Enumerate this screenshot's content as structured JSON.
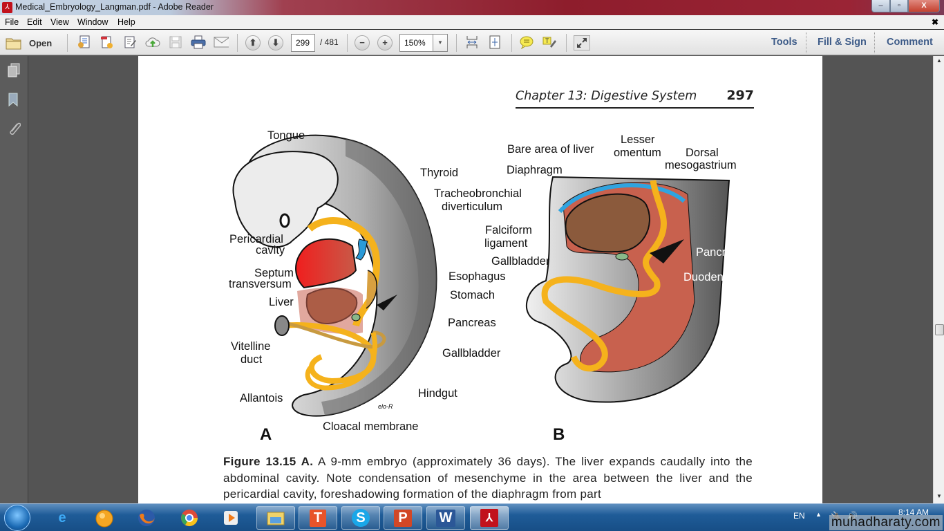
{
  "window": {
    "title": "Medical_Embryology_Langman.pdf - Adobe Reader",
    "controls": {
      "minimize": "–",
      "maximize": "▫",
      "close": "X"
    }
  },
  "menubar": {
    "items": [
      "File",
      "Edit",
      "View",
      "Window",
      "Help"
    ],
    "close_doc": "✖"
  },
  "toolbar": {
    "open_label": "Open",
    "icons": [
      "create-pdf",
      "convert-pdf",
      "edit-pdf",
      "upload-cloud",
      "save",
      "print",
      "email"
    ],
    "page_current": "299",
    "page_total": "/ 481",
    "zoom_value": "150%",
    "right_nav": [
      "Tools",
      "Fill & Sign",
      "Comment"
    ]
  },
  "left_panel": {
    "icons": [
      "page-thumbnails",
      "bookmarks",
      "attachments"
    ]
  },
  "document": {
    "running_head": "Chapter 13: Digestive System",
    "page_number": "297",
    "figure": {
      "panel_a": {
        "letter": "A",
        "labels": [
          "Tongue",
          "Thyroid",
          "Tracheobronchial",
          "diverticulum",
          "Pericardial",
          "cavity",
          "Septum",
          "transversum",
          "Liver",
          "Esophagus",
          "Stomach",
          "Pancreas",
          "Gallbladder",
          "Vitelline",
          "duct",
          "Allantois",
          "Hindgut",
          "Cloacal membrane"
        ],
        "signature": "elo-R"
      },
      "panel_b": {
        "letter": "B",
        "labels": [
          "Bare area of liver",
          "Lesser",
          "omentum",
          "Dorsal",
          "mesogastrium",
          "Diaphragm",
          "Falciform",
          "ligament",
          "Gallbladder",
          "Pancreas",
          "Duodenum"
        ]
      },
      "colors": {
        "gut": "#f5b21c",
        "liver": "#8b5a3c",
        "mesenchyme": "#c8614e",
        "heart": "#e8302a",
        "diaphragm": "#2fa4e0",
        "embryo_body": "#b8b8b8"
      }
    },
    "caption": {
      "figure_ref": "Figure 13.15 A.",
      "text": " A 9-mm embryo (approximately 36 days). The liver expands caudally into the abdominal cavity. Note condensation of mesenchyme in the area between the liver and the pericardial cavity, foreshadowing formation of the diaphragm from part"
    }
  },
  "taskbar": {
    "apps": [
      "internet-explorer",
      "media-player-orange",
      "firefox",
      "chrome",
      "media-player",
      "file-explorer",
      "tech-app",
      "skype",
      "powerpoint",
      "word",
      "adobe-reader"
    ],
    "language": "EN",
    "time": "8:14 AM",
    "watermark": "muhadharaty.com"
  }
}
